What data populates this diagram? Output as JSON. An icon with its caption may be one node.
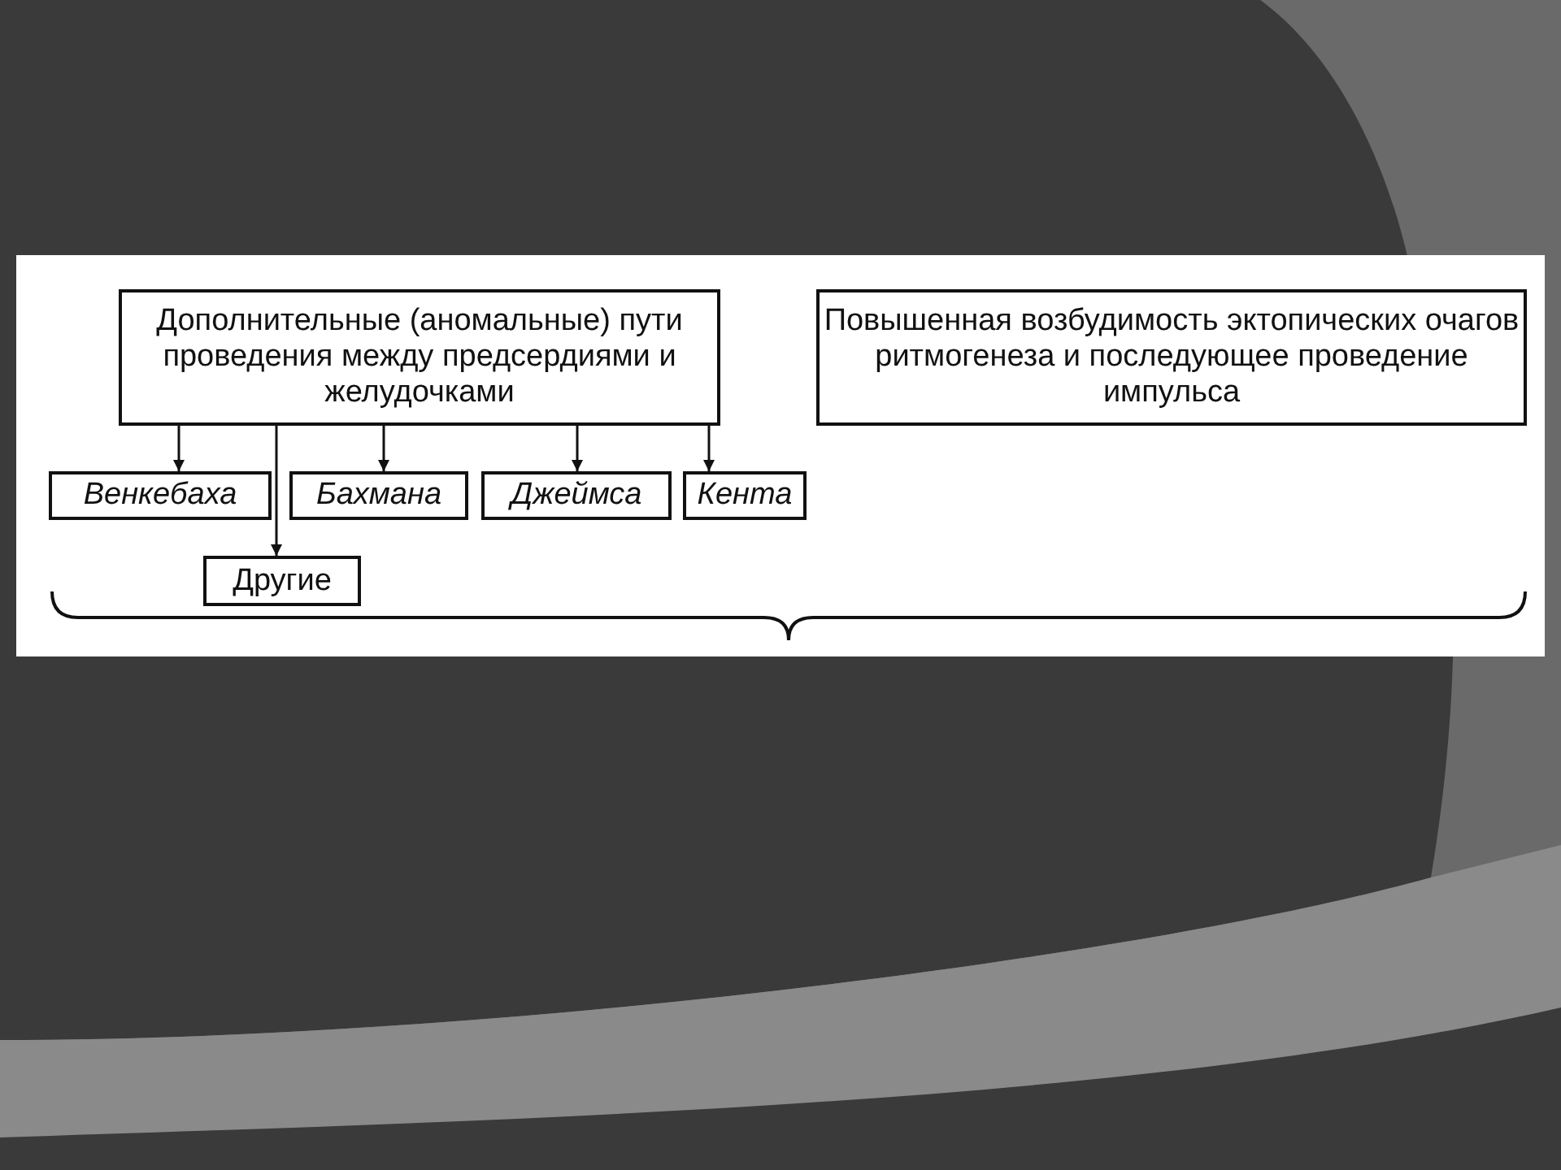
{
  "diagram": {
    "nodes": [
      {
        "text": [
          "Дополнительные (аномальные) пути проведения между предсердиями и желудочками"
        ]
      },
      {
        "text": [
          "Венкебаха"
        ]
      },
      {
        "text": [
          "Бахмана"
        ]
      },
      {
        "text": [
          "Джеймса"
        ]
      },
      {
        "text": [
          "Кента"
        ]
      },
      {
        "text": [
          "Другие"
        ]
      },
      {
        "text": [
          "Повышенная возбудимость эктопических очагов ритмогенеза и последующее проведение импульса"
        ]
      }
    ],
    "edges": [
      {
        "from": 0,
        "to": 1,
        "arrow": "to"
      },
      {
        "from": 0,
        "to": 5,
        "arrow": "to"
      },
      {
        "from": 0,
        "to": 2,
        "arrow": "to"
      },
      {
        "from": 0,
        "to": 3,
        "arrow": "to"
      },
      {
        "from": 0,
        "to": 4,
        "arrow": "to"
      }
    ]
  }
}
